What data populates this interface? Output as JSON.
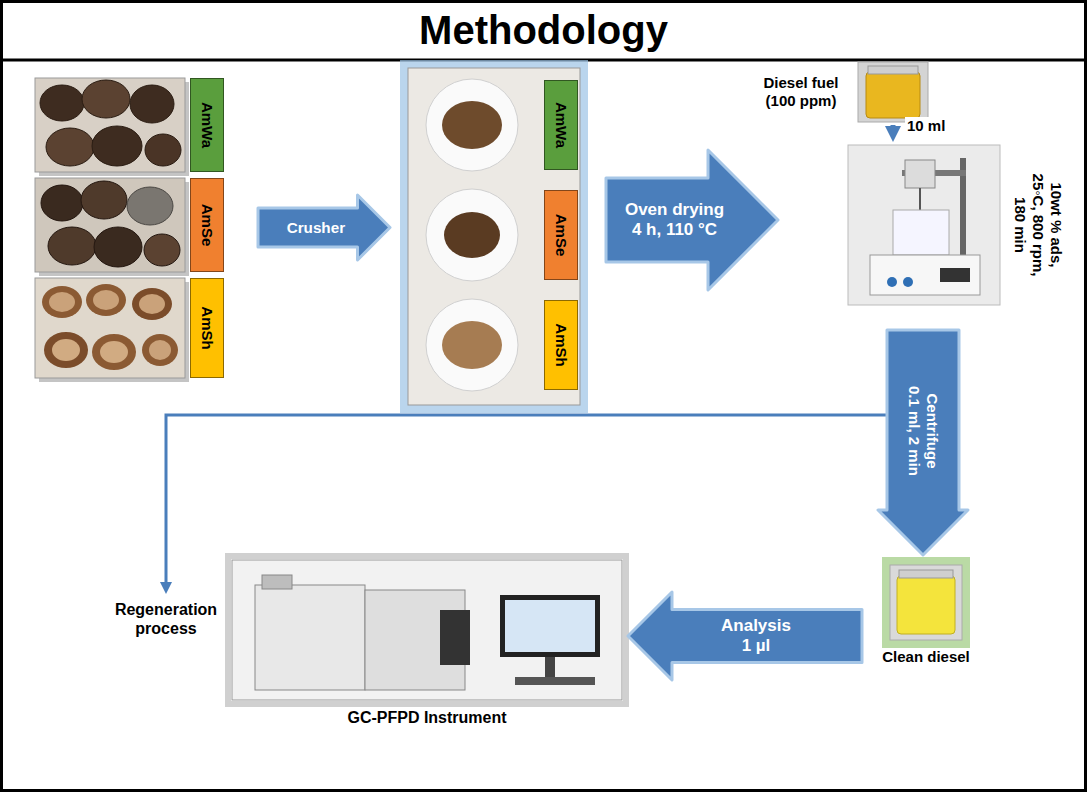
{
  "diagram": {
    "title": "Methodology",
    "nodes": [
      {
        "text": [
          "AmWa"
        ]
      },
      {
        "text": [
          "AmSe"
        ]
      },
      {
        "text": [
          "AmSh"
        ]
      },
      {
        "text": [
          "Crusher"
        ]
      },
      {
        "text": [
          "AmWa"
        ]
      },
      {
        "text": [
          "AmSe"
        ]
      },
      {
        "text": [
          "AmSh"
        ]
      },
      {
        "text": [
          "Oven drying 4 h, 110 °C"
        ]
      },
      {
        "text": [
          "Diesel fuel (100 ppm)"
        ]
      },
      {
        "text": [
          "10wt % ads, 25◦C, 800 rpm, 180 min"
        ]
      },
      {
        "text": [
          "Centrifuge 0.1 ml, 2 min"
        ]
      },
      {
        "text": [
          "Clean diesel"
        ]
      },
      {
        "text": [
          "Analysis 1 µl"
        ]
      },
      {
        "text": [
          "GC-PFPD Instrument"
        ]
      },
      {
        "text": [
          "Regeneration process"
        ]
      }
    ],
    "edges": [
      {
        "from": 8,
        "to": 9,
        "arrow": "to",
        "label": "10 ml"
      },
      {
        "from": 10,
        "to": 14,
        "arrow": "to"
      }
    ]
  }
}
